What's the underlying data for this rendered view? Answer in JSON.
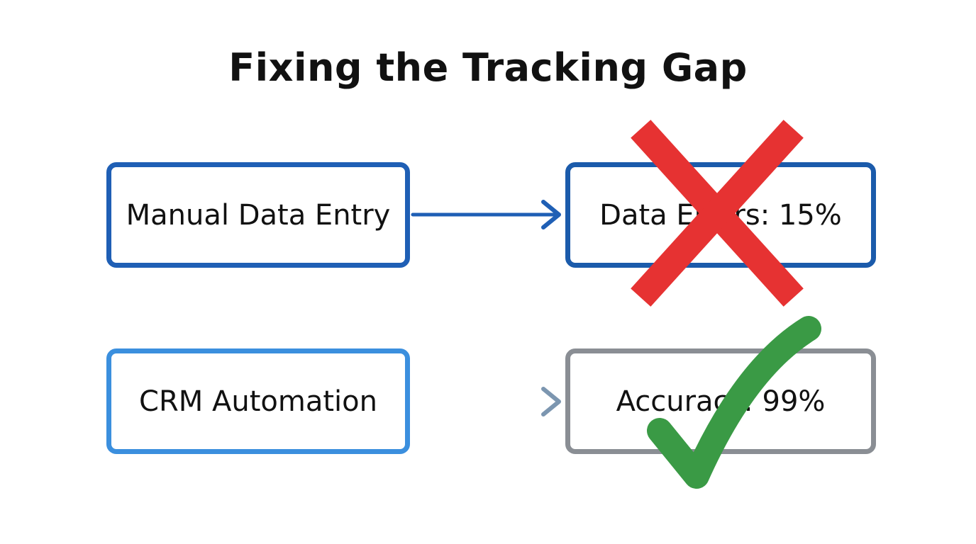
{
  "title": "Fixing the Tracking Gap",
  "rows": [
    {
      "source": "Manual Data Entry",
      "result": "Data Errors: 15%",
      "mark": "cross-icon"
    },
    {
      "source": "CRM Automation",
      "result": "Accuracy: 99%",
      "mark": "checkmark-icon"
    }
  ],
  "colors": {
    "manual_border": "#1f5fb5",
    "errors_border": "#1b5bab",
    "crm_border": "#3b8fde",
    "accuracy_border": "#8a8e94",
    "cross": "#e63232",
    "check": "#3a9a45"
  }
}
